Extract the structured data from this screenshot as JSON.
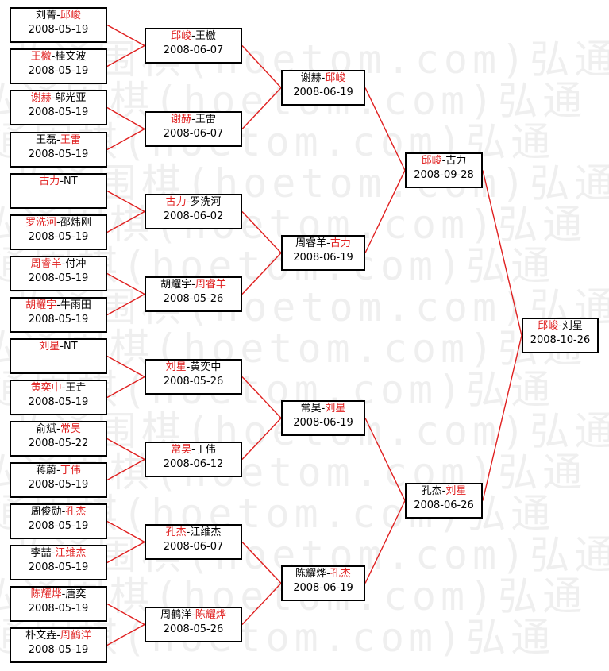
{
  "watermark_text": "弘通围棋(hoetom.com)弘通",
  "line_color": "#e02020",
  "winner_color": "#e02020",
  "rounds": [
    [
      {
        "p1": "刘菁",
        "p2": "邱峻",
        "winner": 2,
        "date": "2008-05-19"
      },
      {
        "p1": "王檄",
        "p2": "桂文波",
        "winner": 1,
        "date": "2008-05-19"
      },
      {
        "p1": "谢赫",
        "p2": "邬光亚",
        "winner": 1,
        "date": "2008-05-19"
      },
      {
        "p1": "王磊",
        "p2": "王雷",
        "winner": 2,
        "date": "2008-05-19"
      },
      {
        "p1": "古力",
        "p2": "NT",
        "winner": 1,
        "date": ""
      },
      {
        "p1": "罗洗河",
        "p2": "邵炜刚",
        "winner": 1,
        "date": "2008-05-19"
      },
      {
        "p1": "周睿羊",
        "p2": "付冲",
        "winner": 1,
        "date": "2008-05-19"
      },
      {
        "p1": "胡耀宇",
        "p2": "牛雨田",
        "winner": 1,
        "date": "2008-05-19"
      },
      {
        "p1": "刘星",
        "p2": "NT",
        "winner": 1,
        "date": ""
      },
      {
        "p1": "黄奕中",
        "p2": "王垚",
        "winner": 1,
        "date": "2008-05-19"
      },
      {
        "p1": "俞斌",
        "p2": "常昊",
        "winner": 2,
        "date": "2008-05-22"
      },
      {
        "p1": "蒋蔚",
        "p2": "丁伟",
        "winner": 2,
        "date": "2008-05-19"
      },
      {
        "p1": "周俊勋",
        "p2": "孔杰",
        "winner": 2,
        "date": "2008-05-19"
      },
      {
        "p1": "李喆",
        "p2": "江维杰",
        "winner": 2,
        "date": "2008-05-19"
      },
      {
        "p1": "陈耀烨",
        "p2": "唐奕",
        "winner": 1,
        "date": "2008-05-19"
      },
      {
        "p1": "朴文垚",
        "p2": "周鹤洋",
        "winner": 2,
        "date": "2008-05-19"
      }
    ],
    [
      {
        "p1": "邱峻",
        "p2": "王檄",
        "winner": 1,
        "date": "2008-06-07"
      },
      {
        "p1": "谢赫",
        "p2": "王雷",
        "winner": 1,
        "date": "2008-06-07"
      },
      {
        "p1": "古力",
        "p2": "罗洗河",
        "winner": 1,
        "date": "2008-06-02"
      },
      {
        "p1": "胡耀宇",
        "p2": "周睿羊",
        "winner": 2,
        "date": "2008-05-26"
      },
      {
        "p1": "刘星",
        "p2": "黄奕中",
        "winner": 1,
        "date": "2008-05-26"
      },
      {
        "p1": "常昊",
        "p2": "丁伟",
        "winner": 1,
        "date": "2008-06-12"
      },
      {
        "p1": "孔杰",
        "p2": "江维杰",
        "winner": 1,
        "date": "2008-06-07"
      },
      {
        "p1": "周鹤洋",
        "p2": "陈耀烨",
        "winner": 2,
        "date": "2008-05-26"
      }
    ],
    [
      {
        "p1": "谢赫",
        "p2": "邱峻",
        "winner": 2,
        "date": "2008-06-19"
      },
      {
        "p1": "周睿羊",
        "p2": "古力",
        "winner": 2,
        "date": "2008-06-19"
      },
      {
        "p1": "常昊",
        "p2": "刘星",
        "winner": 2,
        "date": "2008-06-19"
      },
      {
        "p1": "陈耀烨",
        "p2": "孔杰",
        "winner": 2,
        "date": "2008-06-19"
      }
    ],
    [
      {
        "p1": "邱峻",
        "p2": "古力",
        "winner": 1,
        "date": "2008-09-28"
      },
      {
        "p1": "孔杰",
        "p2": "刘星",
        "winner": 2,
        "date": "2008-06-26"
      }
    ],
    [
      {
        "p1": "邱峻",
        "p2": "刘星",
        "winner": 1,
        "date": "2008-10-26"
      }
    ]
  ]
}
